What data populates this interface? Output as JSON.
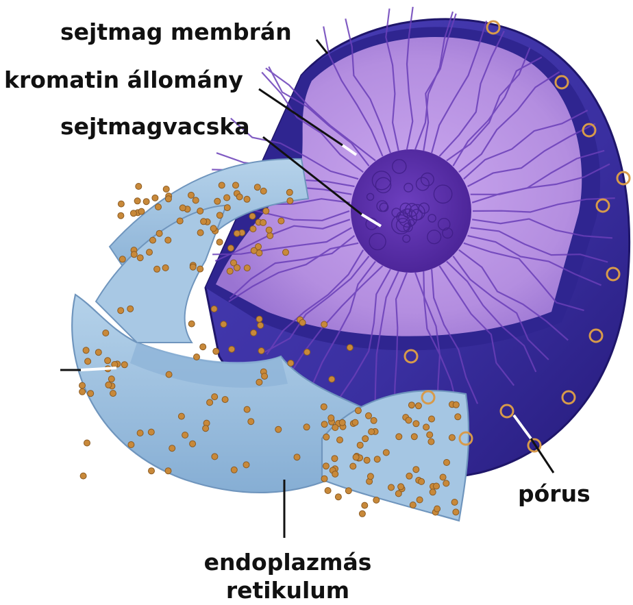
{
  "labels": {
    "nuclear_membrane": "sejtmag membrán",
    "chromatin": "kromatin állomány",
    "nucleolus": "sejtmagvacska",
    "pore": "pórus",
    "er_line1": "endoplazmás",
    "er_line2": "retikulum"
  },
  "colors": {
    "membrane_outer": "#3a2fa0",
    "membrane_dark": "#2a1f82",
    "nucleoplasm": "#b48ee0",
    "chromatin_threads": "#6a3fb8",
    "nucleolus": "#5a2ea6",
    "er_fill": "#9cc0df",
    "er_edge": "#6f95bd",
    "ribosome": "#c8893a",
    "pore": "#d79a4a",
    "label_text": "#111111"
  }
}
